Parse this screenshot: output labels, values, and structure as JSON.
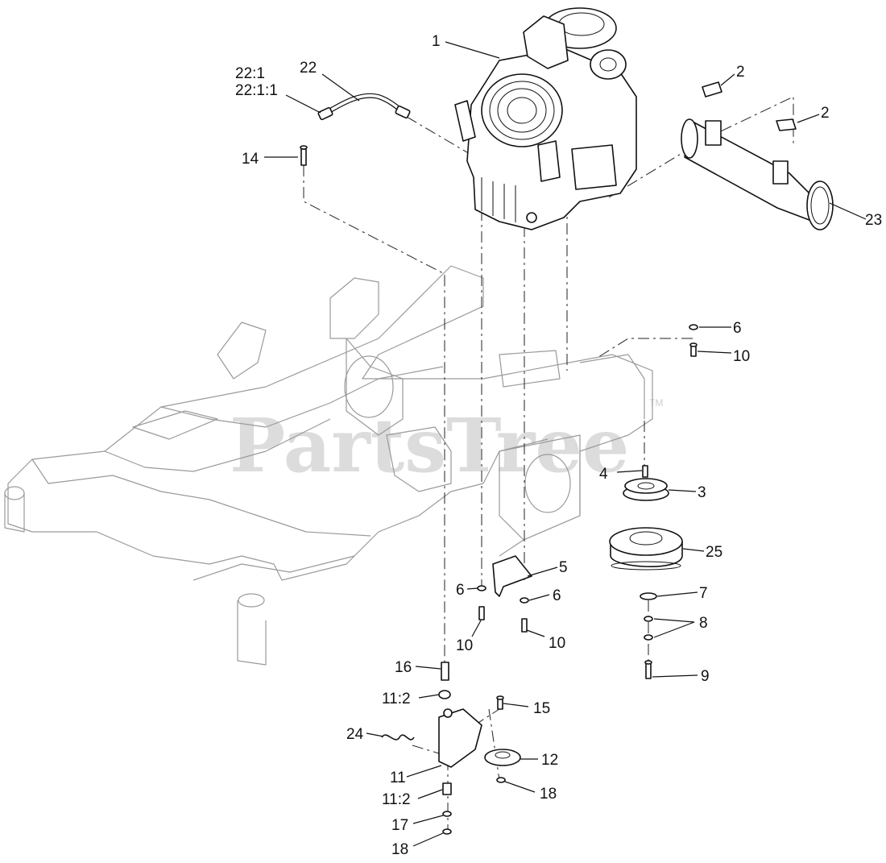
{
  "watermark": {
    "text": "PartsTree",
    "trademark": "TM"
  },
  "callouts": {
    "c1": "1",
    "c2a": "2",
    "c2b": "2",
    "c3": "3",
    "c4": "4",
    "c5": "5",
    "c6a": "6",
    "c6b": "6",
    "c6c": "6",
    "c7": "7",
    "c8": "8",
    "c9": "9",
    "c10a": "10",
    "c10b": "10",
    "c10c": "10",
    "c11": "11",
    "c11_2a": "11:2",
    "c11_2b": "11:2",
    "c12": "12",
    "c14": "14",
    "c15": "15",
    "c16": "16",
    "c17": "17",
    "c18a": "18",
    "c18b": "18",
    "c22": "22",
    "c22_1": "22:1",
    "c22_1_1": "22:1:1",
    "c23": "23",
    "c24": "24",
    "c25": "25"
  }
}
